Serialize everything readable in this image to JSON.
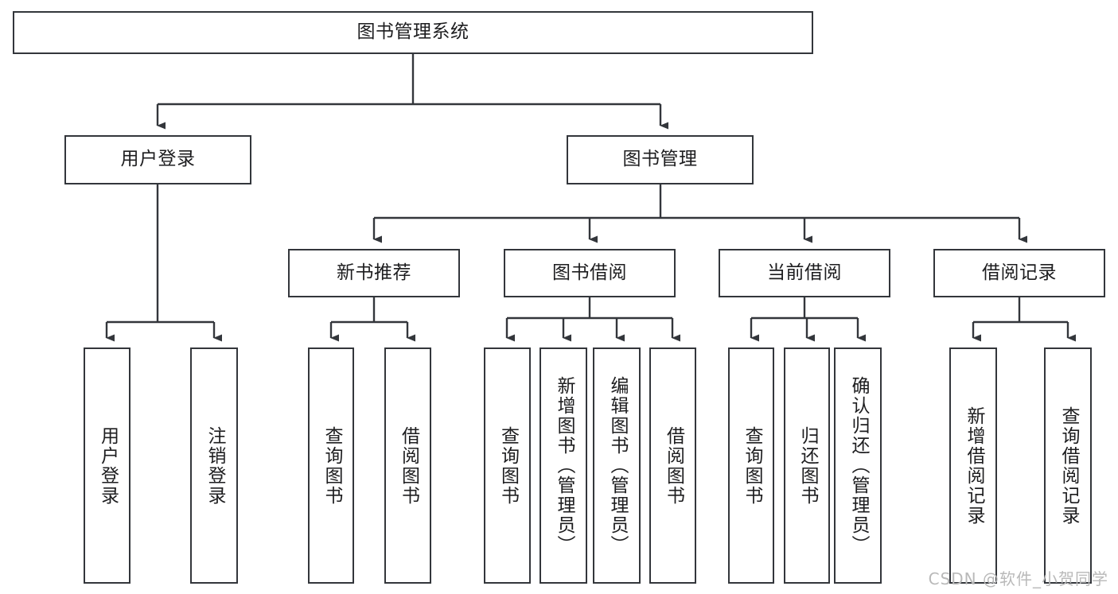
{
  "diagram": {
    "title": "图书管理系统",
    "type": "功能结构图",
    "watermark": "CSDN @软件_小贺同学",
    "line_color": "#33363b",
    "box_fill": "#ffffff",
    "text_color": "#1d1d1f"
  },
  "nodes": {
    "root": {
      "label": "图书管理系统",
      "level": 1
    },
    "level2": [
      {
        "label": "用户登录",
        "level": 2
      },
      {
        "label": "图书管理",
        "level": 2
      }
    ],
    "level3": [
      {
        "label": "新书推荐",
        "level": 3
      },
      {
        "label": "图书借阅",
        "level": 3
      },
      {
        "label": "当前借阅",
        "level": 3
      },
      {
        "label": "借阅记录",
        "level": 3
      }
    ],
    "leaves": [
      {
        "label": "用户登录",
        "parent": "用户登录"
      },
      {
        "label": "注销登录",
        "parent": "用户登录"
      },
      {
        "label": "查询图书",
        "parent": "新书推荐"
      },
      {
        "label": "借阅图书",
        "parent": "新书推荐"
      },
      {
        "label": "查询图书",
        "parent": "图书借阅"
      },
      {
        "label": "新增图书（管理员）",
        "parent": "图书借阅"
      },
      {
        "label": "编辑图书（管理员）",
        "parent": "图书借阅"
      },
      {
        "label": "借阅图书",
        "parent": "图书借阅"
      },
      {
        "label": "查询图书",
        "parent": "当前借阅"
      },
      {
        "label": "归还图书",
        "parent": "当前借阅"
      },
      {
        "label": "确认归还（管理员）",
        "parent": "当前借阅"
      },
      {
        "label": "新增借阅记录",
        "parent": "借阅记录"
      },
      {
        "label": "查询借阅记录",
        "parent": "借阅记录"
      }
    ]
  }
}
